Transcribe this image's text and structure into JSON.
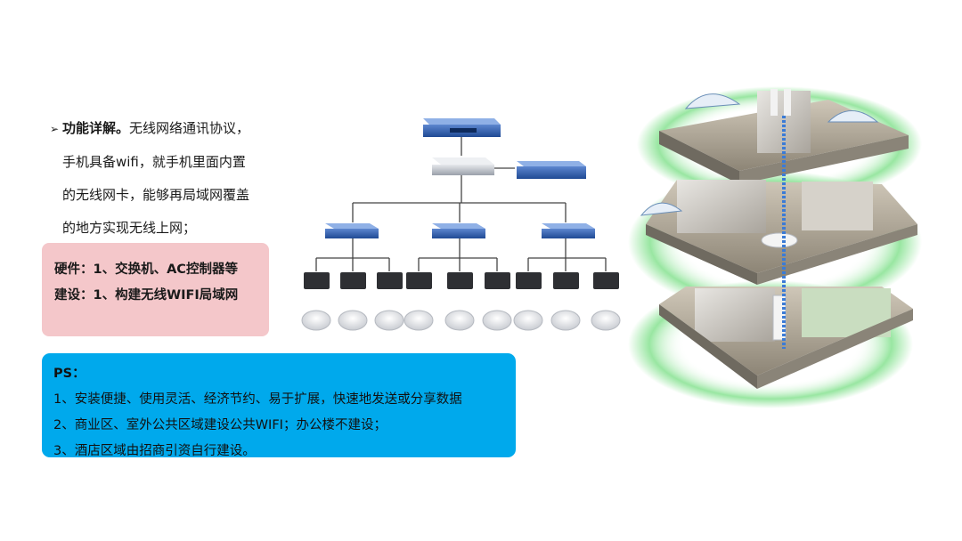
{
  "intro": {
    "bullet": "➢",
    "lead": "功能详解。",
    "lines": [
      "无线网络通讯协议，",
      "手机具备wifi，就手机里面内置",
      "的无线网卡，能够再局域网覆盖",
      "的地方实现无线上网；"
    ]
  },
  "hardware": {
    "line1": "硬件：1、交换机、AC控制器等",
    "line2": "建设：1、构建无线WIFI局域网"
  },
  "ps": {
    "title": "PS：",
    "items": [
      "1、安装便捷、使用灵活、经济节约、易于扩展，快速地发送或分享数据",
      "2、商业区、室外公共区域建设公共WIFI；办公楼不建设；",
      "3、酒店区域由招商引资自行建设。"
    ]
  },
  "colors": {
    "ps_box": "#00a9ec",
    "hardware_box": "#f4c7ca",
    "switch_blue": "#2b5aa8",
    "wifi_glow": "#7fe08a"
  }
}
